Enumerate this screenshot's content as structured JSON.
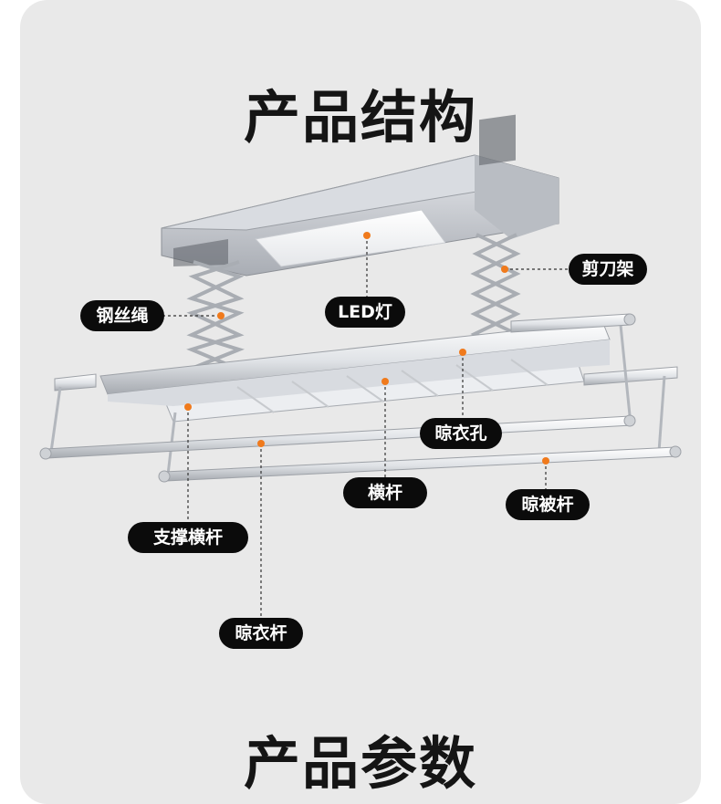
{
  "page": {
    "title": "产品结构",
    "footer_title": "产品参数"
  },
  "labels": {
    "scissor_frame": "剪刀架",
    "steel_wire": "钢丝绳",
    "led_light": "LED灯",
    "drying_hole": "晾衣孔",
    "cross_bar": "横杆",
    "quilt_rod": "晾被杆",
    "support_bar": "支撑横杆",
    "clothes_rod": "晾衣杆"
  },
  "colors": {
    "card_background": "#e9e9e9",
    "tag_background": "#0b0b0b",
    "tag_text": "#ffffff",
    "marker_dot": "#f07a1c",
    "leader_line": "#333333"
  }
}
